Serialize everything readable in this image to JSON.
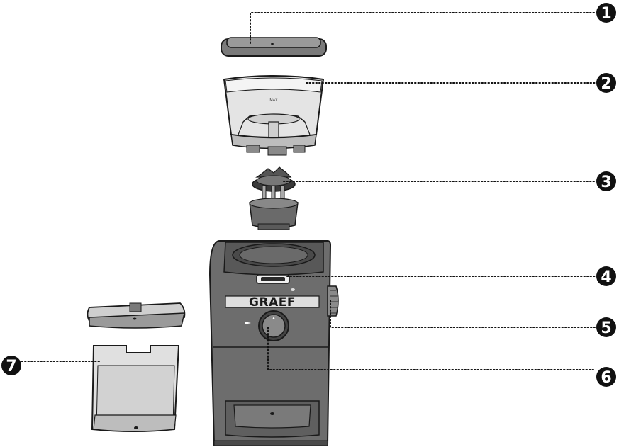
{
  "product": {
    "brand_label": "GRAEF",
    "max_mark": "MAX"
  },
  "callouts": [
    {
      "number": "1",
      "part": "lid"
    },
    {
      "number": "2",
      "part": "bean-container"
    },
    {
      "number": "3",
      "part": "upper-grinder-assembly"
    },
    {
      "number": "4",
      "part": "lock-slide"
    },
    {
      "number": "5",
      "part": "grind-setting-dial"
    },
    {
      "number": "6",
      "part": "start-knob"
    },
    {
      "number": "7",
      "part": "coffee-container"
    }
  ],
  "colors": {
    "body": "#6d6d6d",
    "body_dark": "#555555",
    "outline": "#1a1a1a",
    "light_grey": "#d9d9d9",
    "mid_grey": "#9a9a9a",
    "callout": "#111111"
  }
}
